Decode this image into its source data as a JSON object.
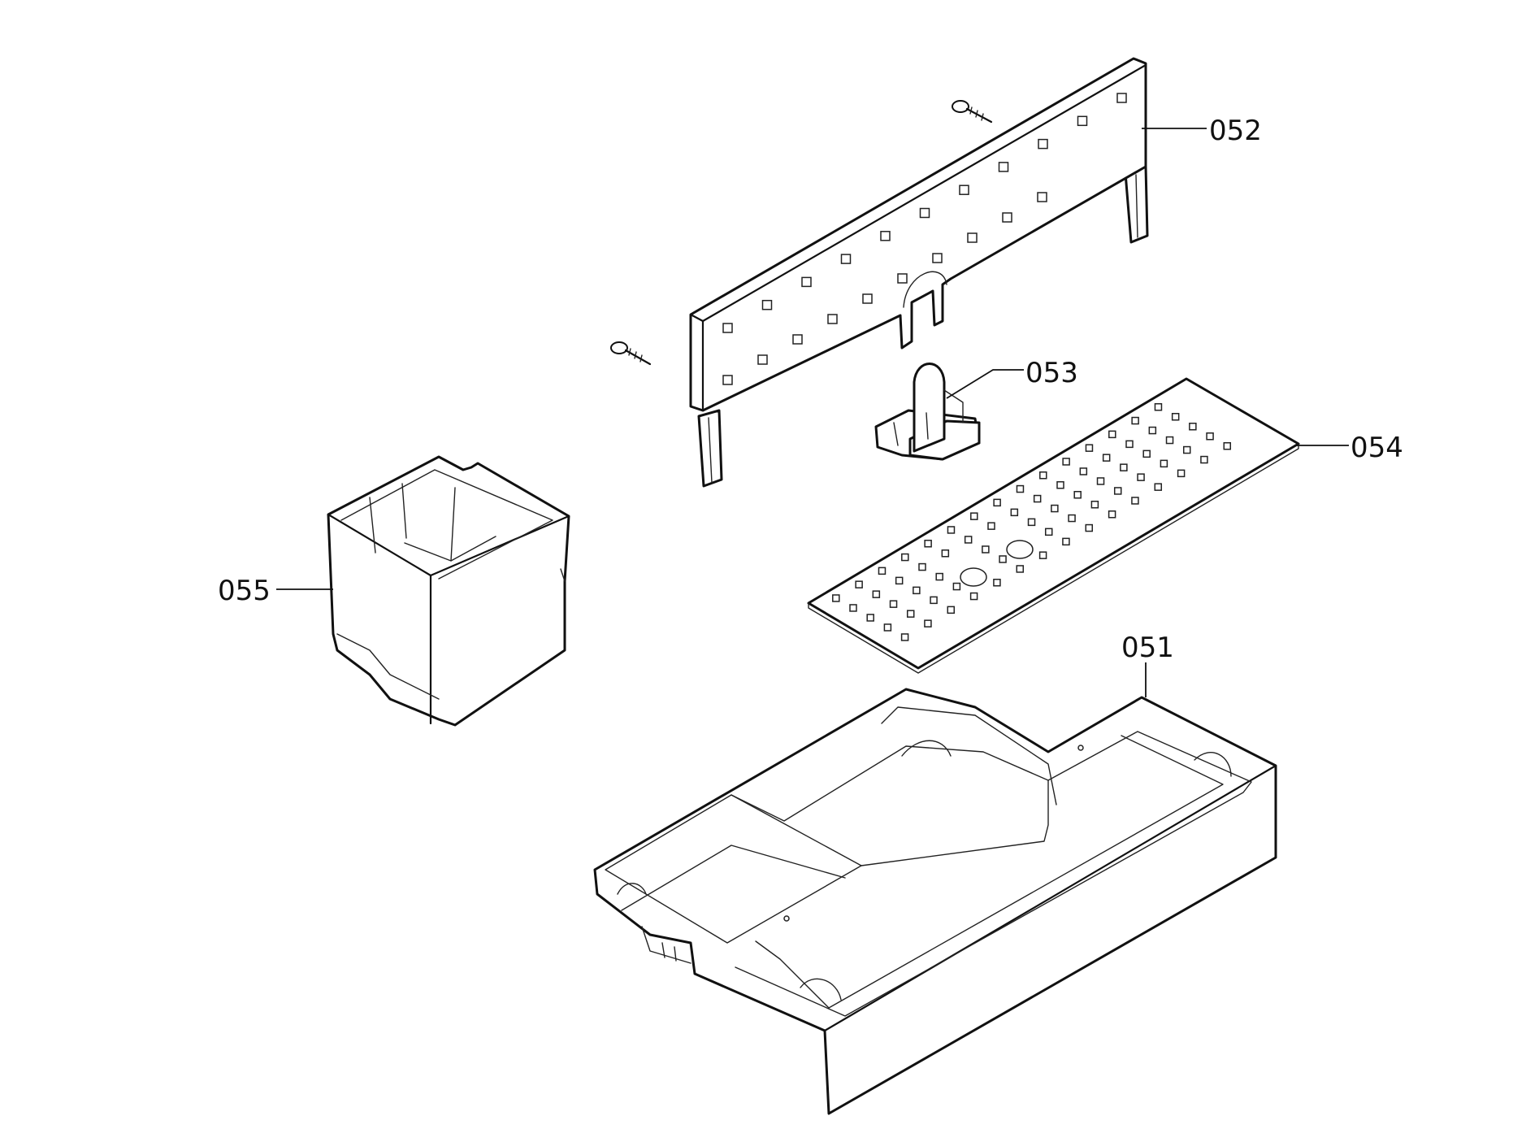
{
  "callouts": [
    {
      "id": "052",
      "label": "052"
    },
    {
      "id": "053",
      "label": "053"
    },
    {
      "id": "054",
      "label": "054"
    },
    {
      "id": "055",
      "label": "055"
    },
    {
      "id": "051",
      "label": "051"
    }
  ],
  "colors": {
    "line": "#111111",
    "background": "#ffffff"
  }
}
